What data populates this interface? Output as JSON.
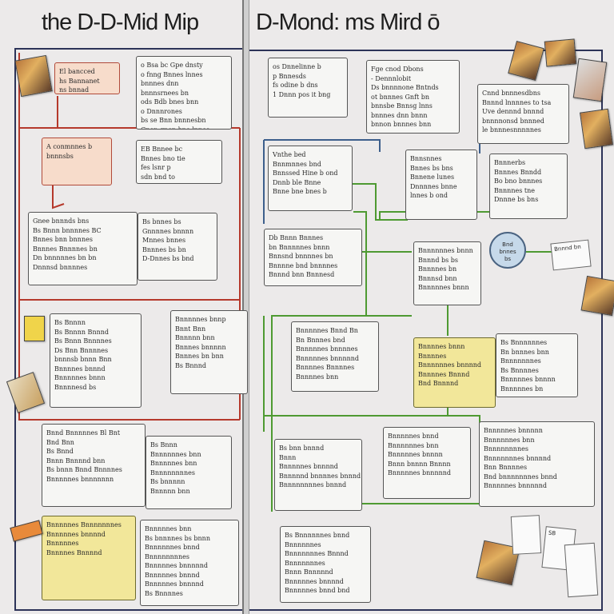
{
  "title": {
    "left": "the D-D-Mid Mip",
    "right": "D-Mond: ms Mird ō"
  },
  "circle_text": [
    "Bnd",
    "bnnes",
    "bs"
  ],
  "sticky_notes": [
    "Bnnnd bn",
    "SB"
  ],
  "colors": {
    "left_links": "#b5392c",
    "right_links": "#4e9a32",
    "frame": "#2c3358",
    "blue_links": "#3d5f8c"
  },
  "boxes": [
    {
      "id": "b1",
      "style": "peach",
      "lines": [
        "El bancced",
        "hs Bannanet",
        "ns bnnad"
      ]
    },
    {
      "id": "b2",
      "style": "plain",
      "lines": [
        "o Bsa bc Gpe dnsty",
        "o fnng Bnnes lnnes",
        "  bnnnes dnn",
        "bnnnsrnees bn",
        "ods Bdb bnes bnn",
        "o Dnnnrones",
        "bs se Bnn bnnnesbn",
        "Gpen qnon bno lnnes"
      ]
    },
    {
      "id": "b3",
      "style": "plain",
      "lines": [
        "os Dnnelinne b",
        "p Bnnesds",
        "fs odine b dns",
        "1 Dnnn pos it bng"
      ]
    },
    {
      "id": "b4",
      "style": "plain",
      "lines": [
        "Fge cnod Dbons",
        "- Dennnlobit",
        "Ds bnnnnone Bntnds",
        "ot bnnnes Gnft bn",
        "bnnsbe Bnnsg lnns",
        "bnnnes dnn bnnn",
        "bnnon bnnnes bnn"
      ]
    },
    {
      "id": "b5",
      "style": "plain",
      "lines": [
        "Cnnd bnnnesdbns",
        "Bnnnd lnnnnes to tsa",
        "Uve dennnd bnnnd",
        "bnnnnonsd bnnned",
        "le bnnnesnnnnnes"
      ]
    },
    {
      "id": "b6",
      "style": "peach",
      "lines": [
        "A conmnnes b",
        "  bnnnsbs"
      ]
    },
    {
      "id": "b7",
      "style": "plain",
      "lines": [
        "EB Bnnee bc",
        "Bnnes bno tie",
        "fes lsnr p",
        "sdn bnd to"
      ]
    },
    {
      "id": "b8",
      "style": "plain",
      "lines": [
        "Vnthe bed",
        "Bnnmnnes bnd",
        "Bnnssed Hine b ond",
        "Dnnb ble Bnne",
        "Bnne bne bnes b"
      ]
    },
    {
      "id": "b9",
      "style": "plain",
      "lines": [
        "Bnnsnnes",
        "Bnnes bs bns",
        "Bnnene lunes",
        "Dnnnnes bnne",
        "lnnes b ond"
      ]
    },
    {
      "id": "b10",
      "style": "plain",
      "lines": [
        "Bnnnerbs",
        "Bnnnes Bnndd",
        "Bo bno bnnnes",
        "Bnnnnes tne",
        "Dnnne bs bns"
      ]
    },
    {
      "id": "b11",
      "style": "plain",
      "lines": [
        "Gnee bnnnds bns",
        "Bs Bnnn bnnnnes BC",
        "Bnnes bnn bnnnes",
        "Bnnnes Bnnnnes bn",
        "Dn bnnnnnes bn bn",
        "Dnnnsd bnnnnes"
      ]
    },
    {
      "id": "b12",
      "style": "plain",
      "lines": [
        "Bs bnnes bs",
        "Gnnnnes bnnnn",
        "Mnnes bnnes",
        "Bnnnes bs bn",
        "D-Dnnes bs bnd"
      ]
    },
    {
      "id": "b13",
      "style": "plain",
      "lines": [
        "Db Bnnn Bnnnes",
        "bn Bnnnnnes bnnn",
        "Bnnsnd bnnnnes bn",
        "Bnnnne bnd bnnnnes",
        "Bnnnd bnn Bnnnesd"
      ]
    },
    {
      "id": "b14",
      "style": "plain",
      "lines": [
        "Bnnnnnnes bnnn",
        "Bnnnd bs bs",
        "Bnnnnes bn",
        "Bnnnsd bnn",
        "Bnnnnnes bnnn"
      ]
    },
    {
      "id": "b15",
      "style": "plain",
      "lines": [
        "Bs Bnnnn",
        "Bs Bnnnn Bnnnd",
        "Bs Bnnn Bnnnnes",
        "Ds Bnn Bnnnnes",
        "bnnnsb bnnn Bnn",
        "Bnnnnes bnnnd",
        "Bnnnnnes bnnn",
        "Bnnnnesd bs"
      ]
    },
    {
      "id": "b16",
      "style": "plain",
      "lines": [
        "Bnnnnnes bnnp",
        "Bnnt Bnn",
        "Bnnnnn bnn",
        "Bnnnes bnnnnn",
        "Bnnnes bn bnn",
        "Bs Bnnnd"
      ]
    },
    {
      "id": "b17",
      "style": "plain",
      "lines": [
        "Bnnnnnes Bnnd Bn",
        "Bn Bnnnes bnd",
        "Bnnnnnes bnnnnes",
        "Bnnnnnes bnnnnnd",
        "Bnnnnes Bnnnnes",
        "Bnnnnes bnn"
      ]
    },
    {
      "id": "b18",
      "style": "yellow",
      "lines": [
        "Bnnnnes bnnn",
        "Bnnnnes",
        "Bnnnnnnes bnnnnd",
        "Bnnnnes Bnnnd",
        "Bnd Bnnnnd"
      ]
    },
    {
      "id": "b19",
      "style": "plain",
      "lines": [
        "Bs Bnnnnnnes",
        "Bn bnnnes bnn",
        "Bnnnnnnnes",
        "Bs Bnnnnes",
        "Bnnnnnes bnnnn",
        "Bnnnnnes bn"
      ]
    },
    {
      "id": "b20",
      "style": "plain",
      "lines": [
        "Bnnd Bnnnnnes Bl Bnt",
        "Bnd Bnn",
        "Bs Bnnd",
        "Bnnn Bnnnnd bnn",
        "Bs bnnn Bnnd Bnnnnes",
        "Bnnnnnes bnnnnnnn"
      ]
    },
    {
      "id": "b21",
      "style": "plain",
      "lines": [
        "Bs Bnnn",
        "Bnnnnnnes bnn",
        "Bnnnnnes bnn",
        "Bnnnnnnnnes",
        "Bs bnnnnn",
        "Bnnnnn bnn"
      ]
    },
    {
      "id": "b22",
      "style": "plain",
      "lines": [
        "Bs bnn bnnnd",
        "Bnnn",
        "Bnnnnnes bnnnnd",
        "Bnnnnnd bnnnnes bnnnd",
        "Bnnnnnnnnes bnnnd"
      ]
    },
    {
      "id": "b23",
      "style": "plain",
      "lines": [
        "Bnnnnnes bnnd",
        "Bnnnnnnes bnn",
        "Bnnnnnes bnnnn",
        "Bnnn bnnnn Bnnnn",
        "Bnnnnnes bnnnnnd"
      ]
    },
    {
      "id": "b24",
      "style": "plain",
      "lines": [
        "Bnnnnnes bnnnnn",
        "Bnnnnnnes bnn",
        "Bnnnnnnnnes",
        "Bnnnnnnnes bnnnnd",
        "Bnn Bnnnnes",
        "Bnd bnnnnnnnes bnnd",
        "Bnnnnnes bnnnnnd"
      ]
    },
    {
      "id": "b25",
      "style": "yellow",
      "lines": [
        "Bnnnnnes Bnnnnnnnes",
        "Bnnnnnes bnnnnd",
        "Bnnnnnes",
        "Bnnnnes Bnnnnd"
      ]
    },
    {
      "id": "b26",
      "style": "plain",
      "lines": [
        "Bnnnnnes bnn",
        "Bs bnnnnes bs bnnn",
        "Bnnnnnnes bnnd",
        "Bnnnnnnnnes",
        "Bnnnnnes bnnnnnd",
        "Bnnnnnes bnnnd",
        "Bnnnnnes bnnnnd",
        "Bs Bnnnnes"
      ]
    },
    {
      "id": "b27",
      "style": "plain",
      "lines": [
        "Bs Bnnnnnnes bnnd",
        "Bnnnnnnes",
        "Bnnnnnnnes Bnnnd",
        "Bnnnnnnnes",
        "Bnnn Bnnnnnd",
        "Bnnnnnes bnnnnd",
        "Bnnnnnes bnnd bnd"
      ]
    }
  ]
}
